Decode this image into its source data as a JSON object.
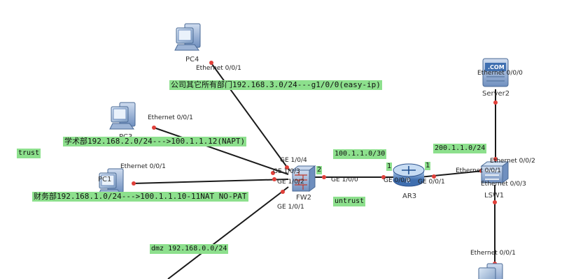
{
  "devices": {
    "pc4": "PC4",
    "pc3": "PC3",
    "pc1": "PC1",
    "fw2": "FW2",
    "ar3": "AR3",
    "lsw1": "LSW1",
    "server2": "Server2",
    "server_icon_text": ".COM"
  },
  "interfaces": {
    "pc4_eth": "Ethernet 0/0/1",
    "pc3_eth": "Ethernet 0/0/1",
    "pc1_eth": "Ethernet 0/0/1",
    "fw_ge104": "GE 1/0/4",
    "fw_ge103": "GE 1/0/3",
    "fw_ge102": "GE 1/0/2",
    "fw_ge100": "GE 1/0/0",
    "fw_ge101": "GE 1/0/1",
    "ar3_ge000": "GE 0/0/0",
    "ar3_ge001": "GE 0/0/1",
    "lsw_eth001": "Ethernet 0/0/1",
    "lsw_eth002": "Ethernet 0/0/2",
    "lsw_eth003": "Ethernet 0/0/3",
    "server_eth000": "Ethernet 0/0/0",
    "pc_bottom_eth": "Ethernet 0/0/1"
  },
  "notes": {
    "pc4_dept": "公司其它所有部门192.168.3.0/24---g1/0/0(easy-ip)",
    "pc3_dept": "学术部192.168.2.0/24--->100.1.1.12(NAPT)",
    "pc1_dept": "财务部192.168.1.0/24--->100.1.1.10-11NAT NO-PAT",
    "trust": "trust",
    "dmz": "dmz 192.168.0.0/24",
    "untrust": "untrust",
    "net_100": "100.1.1.0/30",
    "net_200": "200.1.1.0/24",
    "num_fw": "2",
    "num_ar3_left": "1",
    "num_ar3_right": "1"
  },
  "colors": {
    "note_bg": "#8de08d",
    "link": "#1a1a1a",
    "endpoint": "#e0403a"
  }
}
